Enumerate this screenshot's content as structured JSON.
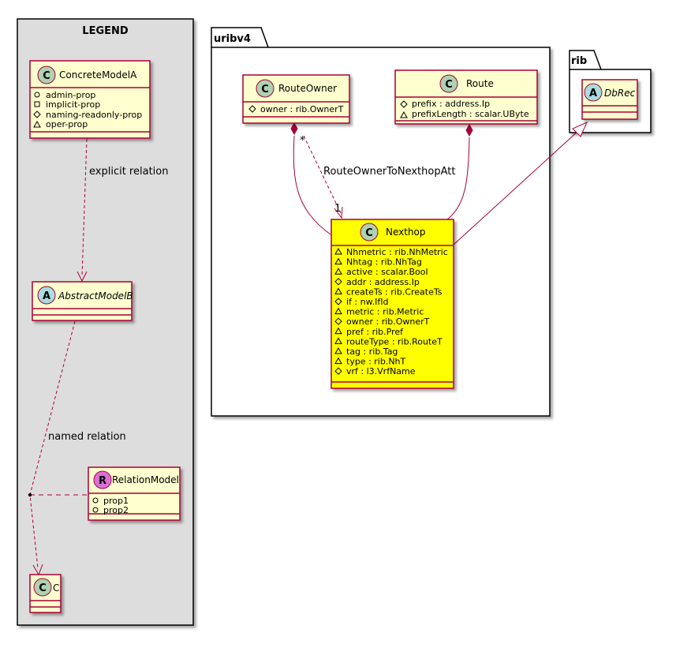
{
  "legend": {
    "title": "LEGEND",
    "relation_explicit": "explicit relation",
    "relation_named": "named relation",
    "classes": {
      "concrete_a": {
        "stereotype": "C",
        "name": "ConcreteModelA",
        "props": [
          {
            "vis": "+",
            "text": "admin-prop"
          },
          {
            "vis": "-",
            "text": "implicit-prop"
          },
          {
            "vis": "#",
            "text": "naming-readonly-prop"
          },
          {
            "vis": "~",
            "text": "oper-prop"
          }
        ]
      },
      "abstract_b": {
        "stereotype": "A",
        "name": "AbstractModelB"
      },
      "relation_model": {
        "stereotype": "R",
        "name": "RelationModel",
        "props": [
          {
            "vis": "+",
            "text": "prop1"
          },
          {
            "vis": "+",
            "text": "prop2"
          }
        ]
      },
      "c": {
        "stereotype": "C",
        "name": "C"
      }
    }
  },
  "packages": {
    "uribv4": {
      "name": "uribv4",
      "classes": {
        "route_owner": {
          "stereotype": "C",
          "name": "RouteOwner",
          "props": [
            {
              "vis": "#",
              "text": "owner : rib.OwnerT"
            }
          ]
        },
        "route": {
          "stereotype": "C",
          "name": "Route",
          "props": [
            {
              "vis": "#",
              "text": "prefix : address.Ip"
            },
            {
              "vis": "~",
              "text": "prefixLength : scalar.UByte"
            }
          ]
        },
        "nexthop": {
          "stereotype": "C",
          "name": "Nexthop",
          "highlight_color": "#ffff00",
          "props": [
            {
              "vis": "~",
              "text": "Nhmetric : rib.NhMetric"
            },
            {
              "vis": "~",
              "text": "Nhtag : rib.NhTag"
            },
            {
              "vis": "~",
              "text": "active : scalar.Bool"
            },
            {
              "vis": "#",
              "text": "addr : address.Ip"
            },
            {
              "vis": "~",
              "text": "createTs : rib.CreateTs"
            },
            {
              "vis": "#",
              "text": "if : nw.IfId"
            },
            {
              "vis": "~",
              "text": "metric : rib.Metric"
            },
            {
              "vis": "#",
              "text": "owner : rib.OwnerT"
            },
            {
              "vis": "~",
              "text": "pref : rib.Pref"
            },
            {
              "vis": "~",
              "text": "routeType : rib.RouteT"
            },
            {
              "vis": "~",
              "text": "tag : rib.Tag"
            },
            {
              "vis": "~",
              "text": "type : rib.NhT"
            },
            {
              "vis": "#",
              "text": "vrf : l3.VrfName"
            }
          ]
        }
      },
      "relations": {
        "owner_to_nexthop": {
          "label": "RouteOwnerToNexthopAtt",
          "source_multiplicity": "*",
          "target_multiplicity": "1"
        }
      }
    },
    "rib": {
      "name": "rib",
      "classes": {
        "db_rec": {
          "stereotype": "A",
          "name": "DbRec"
        }
      }
    }
  },
  "colors": {
    "class_fill": "#fefece",
    "class_border": "#a80036",
    "legend_fill": "#dddddd",
    "circle_c": "#add1b2",
    "circle_a": "#a9dcdf",
    "circle_r": "#da70d6"
  }
}
